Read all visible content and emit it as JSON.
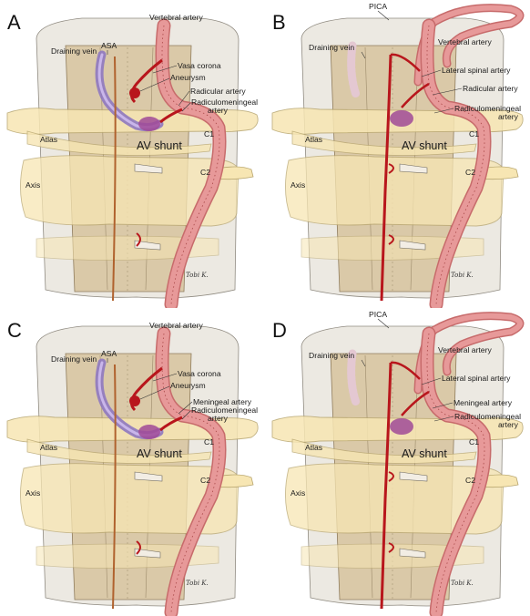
{
  "panels": [
    {
      "letter": "A",
      "variant": "ventral",
      "labels": {
        "vertebral_artery": "Vertebral artery",
        "draining_vein": "Draining vein",
        "asa": "ASA",
        "vasa_corona": "Vasa corona",
        "aneurysm": "Aneurysm",
        "radicular_artery": "Radicular artery",
        "radiculomeningeal_1": "Radiculomeningeal",
        "radiculomeningeal_2": "artery",
        "atlas": "Atlas",
        "av_shunt": "AV shunt",
        "c1": "C1",
        "c2": "C2",
        "axis": "Axis"
      }
    },
    {
      "letter": "B",
      "variant": "lateral",
      "labels": {
        "pica": "PICA",
        "vertebral_artery": "Vertebral artery",
        "draining_vein": "Draining vein",
        "lateral_spinal_artery": "Lateral spinal artery",
        "radicular_artery": "Radicular artery",
        "radiculomeningeal_1": "Radiculomeningeal",
        "radiculomeningeal_2": "artery",
        "atlas": "Atlas",
        "av_shunt": "AV shunt",
        "c1": "C1",
        "c2": "C2",
        "axis": "Axis"
      }
    },
    {
      "letter": "C",
      "variant": "ventral",
      "labels": {
        "vertebral_artery": "Vertebral artery",
        "draining_vein": "Draining vein",
        "asa": "ASA",
        "vasa_corona": "Vasa corona",
        "aneurysm": "Aneurysm",
        "meningeal_artery": "Meningeal artery",
        "radiculomeningeal_1": "Radiculomeningeal",
        "radiculomeningeal_2": "artery",
        "atlas": "Atlas",
        "av_shunt": "AV shunt",
        "c1": "C1",
        "c2": "C2",
        "axis": "Axis"
      }
    },
    {
      "letter": "D",
      "variant": "lateral",
      "labels": {
        "pica": "PICA",
        "vertebral_artery": "Vertebral artery",
        "draining_vein": "Draining vein",
        "lateral_spinal_artery": "Lateral spinal artery",
        "meningeal_artery": "Meningeal artery",
        "radiculomeningeal_1": "Radiculomeningeal",
        "radiculomeningeal_2": "artery",
        "atlas": "Atlas",
        "av_shunt": "AV shunt",
        "c1": "C1",
        "c2": "C2",
        "axis": "Axis"
      }
    }
  ],
  "signature": "Tobi K.",
  "colors": {
    "bone": "#f7e6b3",
    "bone_stroke": "#b8a66f",
    "dura": "#ece9e2",
    "cord": "#dac9a8",
    "vertebral_artery": "#d98080",
    "artery": "#b8161c",
    "vein": "#8e78c0",
    "shunt": "#a04a98"
  }
}
